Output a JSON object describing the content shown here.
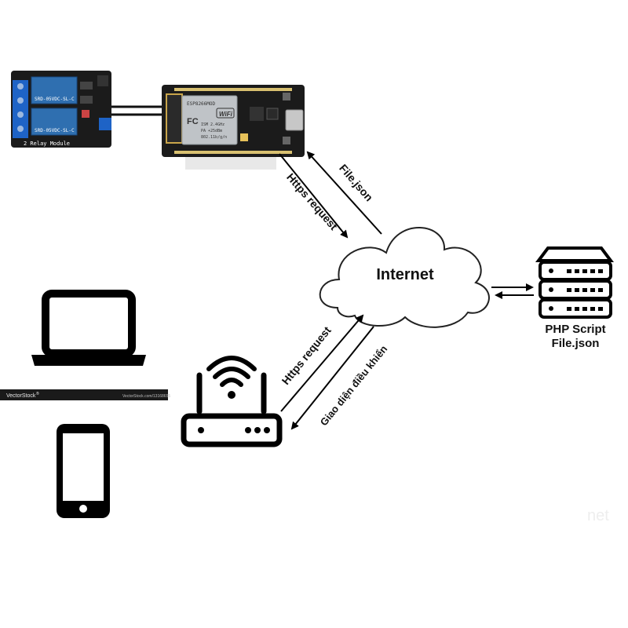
{
  "diagram": {
    "cloud_label": "Internet",
    "server_labels": [
      "PHP Script",
      "File.json"
    ],
    "links": {
      "esp_to_internet": "Https request",
      "internet_to_esp": "File.json",
      "router_to_internet": "Https request",
      "internet_to_router": "Giao diện điều khiển"
    },
    "relay_module": {
      "label": "2 Relay Module",
      "channel_text": "SRD-05VDC-SL-C"
    },
    "esp_board": {
      "module_text": [
        "ESP8266MOD",
        "WiFi",
        "FC",
        "ISM 2.4GHz",
        "PA +25dBm",
        "802.11b/g/n"
      ]
    },
    "watermark": {
      "brand": "VectorStock",
      "reg_mark": "®",
      "right_text": "VectorStock.com/13168655",
      "faint_text": "net"
    }
  },
  "colors": {
    "pcb": "#1b1b1b",
    "relay_blue": "#2f6fb0",
    "terminal_blue": "#1e63c6",
    "icon_black": "#000000"
  }
}
